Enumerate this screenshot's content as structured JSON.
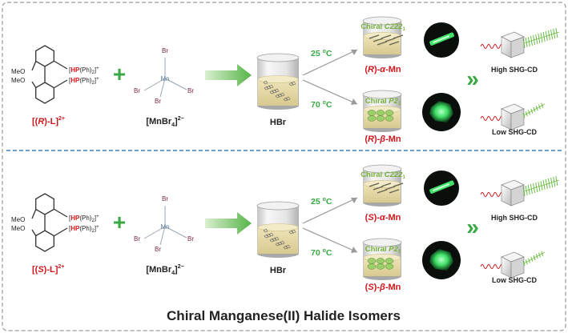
{
  "colors": {
    "red": "#d0161c",
    "green": "#3aa843",
    "green_text": "#76b13a",
    "dark": "#222222",
    "dashed_border": "#9a9a9a",
    "divider": "#3f7fc2",
    "br_color": "#7a1f3d",
    "mn_color": "#5a7a9a",
    "glow": "#42e36a"
  },
  "panels": [
    {
      "ligand": {
        "pre": "[(",
        "chir": "R",
        "post": ")-L]",
        "charge": "2+",
        "methoxy1": "MeO",
        "methoxy2": "MeO",
        "phos1_a": "[",
        "phos1_hp": "HP",
        "phos1_b": "(Ph)",
        "phos1_sub": "2",
        "phos1_c": "]",
        "phos1_sup": "+",
        "phos2_a": "[",
        "phos2_hp": "HP",
        "phos2_b": "(Ph)",
        "phos2_sub": "2",
        "phos2_c": "]",
        "phos2_sup": "+"
      },
      "plus": "+",
      "mn": {
        "center": "Mn",
        "br": [
          "Br",
          "Br",
          "Br",
          "Br"
        ],
        "label_main": "[MnBr",
        "label_sub": "4",
        "label_close": "]",
        "label_sup": "2−"
      },
      "solvent": "HBr",
      "top": {
        "temp": "25 ",
        "temp_o": "o",
        "temp_c": "C",
        "chiral_pre": "Chiral ",
        "chiral_sg": "C222",
        "chiral_sub": "1",
        "prod_pre": "(",
        "prod_chir": "R",
        "prod_post": ")-",
        "prod_greek": "α",
        "prod_end": "-Mn",
        "shg": "High SHG-CD"
      },
      "bottom": {
        "temp": "70 ",
        "temp_o": "o",
        "temp_c": "C",
        "chiral_pre": "Chiral ",
        "chiral_sg": "P2",
        "chiral_sub": "1",
        "prod_pre": "(",
        "prod_chir": "R",
        "prod_post": ")-",
        "prod_greek": "β",
        "prod_end": "-Mn",
        "shg": "Low SHG-CD"
      },
      "chevrons": "»"
    },
    {
      "ligand": {
        "pre": "[(",
        "chir": "S",
        "post": ")-L]",
        "charge": "2+",
        "methoxy1": "MeO",
        "methoxy2": "MeO",
        "phos1_a": "[",
        "phos1_hp": "HP",
        "phos1_b": "(Ph)",
        "phos1_sub": "2",
        "phos1_c": "]",
        "phos1_sup": "+",
        "phos2_a": "[",
        "phos2_hp": "HP",
        "phos2_b": "(Ph)",
        "phos2_sub": "2",
        "phos2_c": "]",
        "phos2_sup": "+"
      },
      "plus": "+",
      "mn": {
        "center": "Mn",
        "br": [
          "Br",
          "Br",
          "Br",
          "Br"
        ],
        "label_main": "[MnBr",
        "label_sub": "4",
        "label_close": "]",
        "label_sup": "2−"
      },
      "solvent": "HBr",
      "top": {
        "temp": "25 ",
        "temp_o": "o",
        "temp_c": "C",
        "chiral_pre": "Chiral ",
        "chiral_sg": "C222",
        "chiral_sub": "1",
        "prod_pre": "(",
        "prod_chir": "S",
        "prod_post": ")-",
        "prod_greek": "α",
        "prod_end": "-Mn",
        "shg": "High SHG-CD"
      },
      "bottom": {
        "temp": "70 ",
        "temp_o": "o",
        "temp_c": "C",
        "chiral_pre": "Chiral ",
        "chiral_sg": "P2",
        "chiral_sub": "1",
        "prod_pre": "(",
        "prod_chir": "S",
        "prod_post": ")-",
        "prod_greek": "β",
        "prod_end": "-Mn",
        "shg": "Low SHG-CD"
      },
      "chevrons": "»"
    }
  ],
  "footer_title": "Chiral Manganese(II) Halide Isomers"
}
